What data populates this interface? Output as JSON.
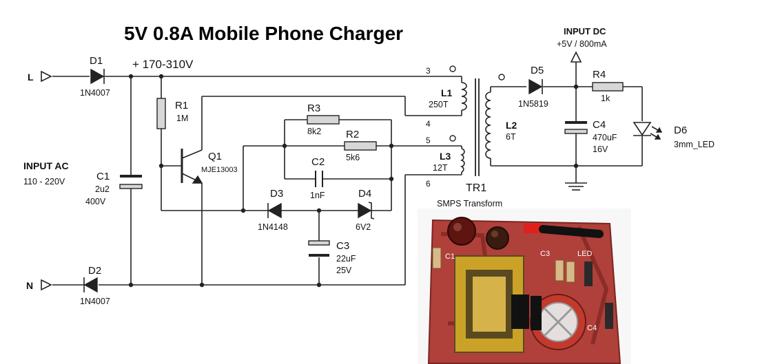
{
  "title": "5V 0.8A Mobile Phone Charger",
  "rail_label": "+ 170-310V",
  "input_ac": {
    "label": "INPUT AC",
    "range": "110 - 220V"
  },
  "terminals": {
    "line": "L",
    "neutral": "N"
  },
  "input_dc": {
    "label": "INPUT DC",
    "rating": "+5V / 800mA"
  },
  "components": {
    "d1": {
      "ref": "D1",
      "value": "1N4007"
    },
    "d2": {
      "ref": "D2",
      "value": "1N4007"
    },
    "r1": {
      "ref": "R1",
      "value": "1M"
    },
    "c1": {
      "ref": "C1",
      "value": "2u2",
      "rating": "400V"
    },
    "q1": {
      "ref": "Q1",
      "value": "MJE13003"
    },
    "r3": {
      "ref": "R3",
      "value": "8k2"
    },
    "r2": {
      "ref": "R2",
      "value": "5k6"
    },
    "c2": {
      "ref": "C2",
      "value": "1nF"
    },
    "d3": {
      "ref": "D3",
      "value": "1N4148"
    },
    "d4": {
      "ref": "D4",
      "value": "6V2"
    },
    "c3": {
      "ref": "C3",
      "value": "22uF",
      "rating": "25V"
    },
    "l1": {
      "ref": "L1",
      "value": "250T"
    },
    "l2": {
      "ref": "L2",
      "value": "6T"
    },
    "l3": {
      "ref": "L3",
      "value": "12T"
    },
    "tr1": {
      "ref": "TR1",
      "value": "SMPS Transform"
    },
    "d5": {
      "ref": "D5",
      "value": "1N5819"
    },
    "c4": {
      "ref": "C4",
      "value": "470uF",
      "rating": "16V"
    },
    "r4": {
      "ref": "R4",
      "value": "1k"
    },
    "d6": {
      "ref": "D6",
      "value": "3mm_LED"
    }
  },
  "pins": {
    "p3": "3",
    "p4": "4",
    "p5": "5",
    "p6": "6"
  },
  "photo": {
    "board_color": "#b0403a",
    "silk_labels": [
      "C1",
      "C3",
      "C4",
      "LED"
    ]
  }
}
